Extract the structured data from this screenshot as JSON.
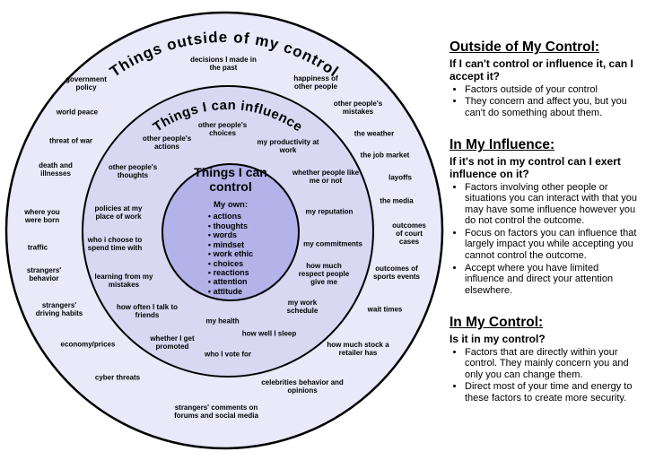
{
  "diagram": {
    "colors": {
      "outer_fill": "#e9e9f9",
      "middle_fill": "#d8d8f2",
      "inner_fill": "#b3b3e9"
    },
    "outer_ring": {
      "title": "Things outside of my control",
      "items": [
        "government policy",
        "decisions I made in the past",
        "happiness of other people",
        "world peace",
        "other people's mistakes",
        "threat of war",
        "the weather",
        "death and illnesses",
        "the job market",
        "layoffs",
        "where you were born",
        "the media",
        "outcomes of court cases",
        "traffic",
        "strangers' behavior",
        "outcomes of sports events",
        "strangers' driving habits",
        "wait times",
        "economy/prices",
        "how much stock a retailer has",
        "cyber threats",
        "celebrities behavior and opinions",
        "strangers' comments on forums and social media"
      ]
    },
    "middle_ring": {
      "title": "Things I can influence",
      "items": [
        "other people's choices",
        "other people's actions",
        "my productivity at work",
        "other people's thoughts",
        "whether people like me or not",
        "policies at my place of work",
        "my reputation",
        "who i choose to spend time with",
        "my commitments",
        "learning from my mistakes",
        "how much respect people give me",
        "how often I talk to friends",
        "my work schedule",
        "whether I get promoted",
        "my health",
        "how well I sleep",
        "who I vote for"
      ]
    },
    "inner_circle": {
      "title": "Things I can control",
      "subtitle": "My own:",
      "items": [
        "actions",
        "thoughts",
        "words",
        "mindset",
        "work ethic",
        "choices",
        "reactions",
        "attention",
        "attitude"
      ]
    }
  },
  "panel": {
    "sections": [
      {
        "heading": "Outside of My Control:",
        "question": "If I can't control or influence it, can I accept it?",
        "bullets": [
          "Factors outside of your control",
          "They concern and affect you, but you can't do something about them."
        ]
      },
      {
        "heading": "In My Influence:",
        "question": "If it's not in my control can I exert influence on it?",
        "bullets": [
          "Factors involving other people or situations you can interact with that you may have some influence however you do not control the outcome.",
          "Focus on factors you can influence that largely impact you while accepting you cannot control the outcome.",
          "Accept where you have limited influence and direct your attention elsewhere."
        ]
      },
      {
        "heading": "In My Control:",
        "question": "Is it in my control?",
        "bullets": [
          "Factors that are directly within your control. They mainly concern you and only you can change them.",
          "Direct most of your time and energy to these factors to create more security."
        ]
      }
    ]
  }
}
